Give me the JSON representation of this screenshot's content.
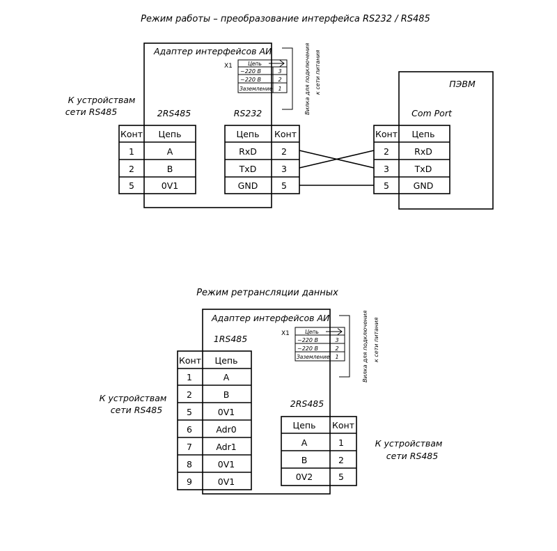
{
  "diagram1": {
    "title": "Режим работы – преобразование интерфейса RS232 / RS485",
    "adapter_title": "Адаптер интерфейсов АИ",
    "x1_label": "X1",
    "x1_header": "Цепь",
    "x1_rows": [
      {
        "circuit": "~220 В",
        "pin": "3"
      },
      {
        "circuit": "~220 В",
        "pin": "2"
      },
      {
        "circuit": "Заземление",
        "pin": "1"
      }
    ],
    "plug_label_1": "Вилка для подключения",
    "plug_label_2": "к сети питания",
    "side_label_1": "К устройствам",
    "side_label_2": "сети RS485",
    "rs485_label": "2RS485",
    "rs232_label": "RS232",
    "pc_label": "ПЭВМ",
    "comport_label": "Com Port",
    "col_kont": "Конт",
    "col_cep": "Цепь",
    "rs485_rows": [
      {
        "pin": "1",
        "circuit": "A"
      },
      {
        "pin": "2",
        "circuit": "B"
      },
      {
        "pin": "5",
        "circuit": "0V1"
      }
    ],
    "rs232_rows": [
      {
        "circuit": "RxD",
        "pin": "2"
      },
      {
        "circuit": "TxD",
        "pin": "3"
      },
      {
        "circuit": "GND",
        "pin": "5"
      }
    ],
    "pc_rows": [
      {
        "pin": "2",
        "circuit": "RxD"
      },
      {
        "pin": "3",
        "circuit": "TxD"
      },
      {
        "pin": "5",
        "circuit": "GND"
      }
    ]
  },
  "diagram2": {
    "title": "Режим ретрансляции данных",
    "adapter_title": "Адаптер интерфейсов АИ",
    "x1_label": "X1",
    "x1_header": "Цепь",
    "x1_rows": [
      {
        "circuit": "~220 В",
        "pin": "3"
      },
      {
        "circuit": "~220 В",
        "pin": "2"
      },
      {
        "circuit": "Заземление",
        "pin": "1"
      }
    ],
    "plug_label_1": "Вилка для подключения",
    "plug_label_2": "к сети питания",
    "rs485_1_label": "1RS485",
    "rs485_2_label": "2RS485",
    "left_label_1": "К устройствам",
    "left_label_2": "сети RS485",
    "right_label_1": "К устройствам",
    "right_label_2": "сети RS485",
    "col_kont": "Конт",
    "col_cep": "Цепь",
    "left_rows": [
      {
        "pin": "1",
        "circuit": "A"
      },
      {
        "pin": "2",
        "circuit": "B"
      },
      {
        "pin": "5",
        "circuit": "0V1"
      },
      {
        "pin": "6",
        "circuit": "Adr0"
      },
      {
        "pin": "7",
        "circuit": "Adr1"
      },
      {
        "pin": "8",
        "circuit": "0V1"
      },
      {
        "pin": "9",
        "circuit": "0V1"
      }
    ],
    "right_rows": [
      {
        "circuit": "A",
        "pin": "1"
      },
      {
        "circuit": "B",
        "pin": "2"
      },
      {
        "circuit": "0V2",
        "pin": "5"
      }
    ]
  }
}
